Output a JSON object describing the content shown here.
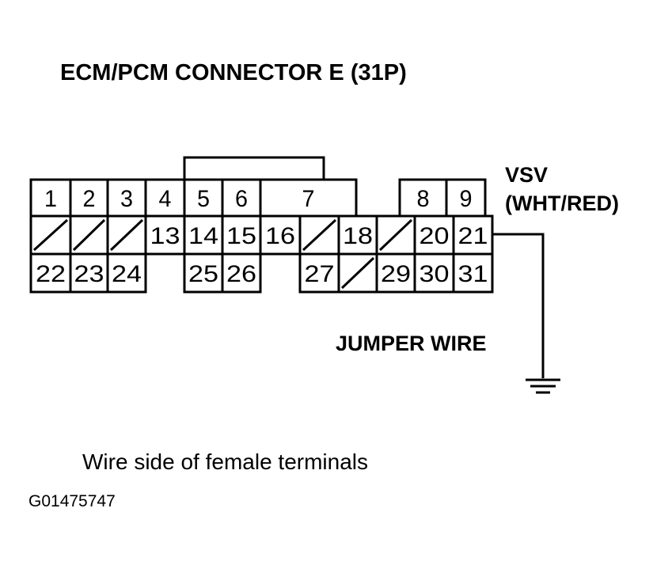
{
  "title": "ECM/PCM CONNECTOR E (31P)",
  "vsv_label": "VSV",
  "vsv_wire_color": "(WHT/RED)",
  "jumper_label": "JUMPER WIRE",
  "caption": "Wire side of female terminals",
  "figure_id": "G01475747",
  "rows": [
    [
      {
        "label": "1"
      },
      {
        "label": "2"
      },
      {
        "label": "3"
      },
      {
        "label": "4"
      },
      {
        "label": "5"
      },
      {
        "label": "6"
      },
      {
        "label": "7"
      },
      {
        "label": "8"
      },
      {
        "label": "9"
      }
    ],
    [
      {
        "label": "",
        "unused": true
      },
      {
        "label": "",
        "unused": true
      },
      {
        "label": "",
        "unused": true
      },
      {
        "label": "13"
      },
      {
        "label": "14"
      },
      {
        "label": "15"
      },
      {
        "label": "16"
      },
      {
        "label": "",
        "unused": true
      },
      {
        "label": "18"
      },
      {
        "label": "",
        "unused": true
      },
      {
        "label": "20"
      },
      {
        "label": "21",
        "jumper": true
      }
    ],
    [
      {
        "label": "22"
      },
      {
        "label": "23"
      },
      {
        "label": "24"
      },
      {
        "label": "25"
      },
      {
        "label": "26"
      },
      {
        "label": "27"
      },
      {
        "label": "",
        "unused": true
      },
      {
        "label": "29"
      },
      {
        "label": "30"
      },
      {
        "label": "31"
      }
    ]
  ]
}
